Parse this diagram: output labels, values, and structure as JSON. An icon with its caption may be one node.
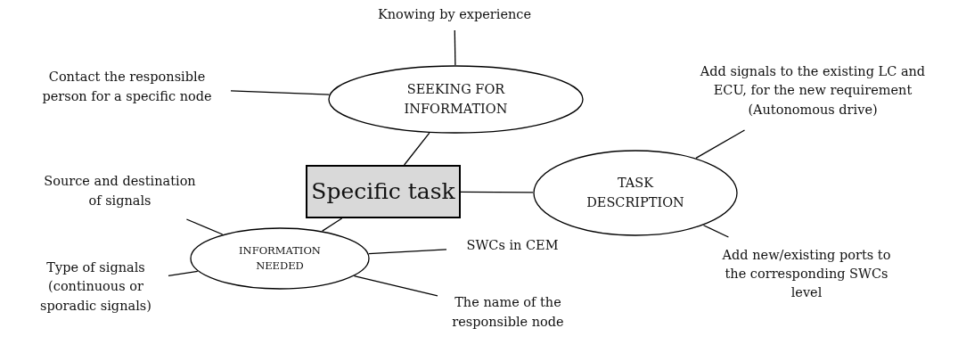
{
  "diagram": {
    "nodes": [
      {
        "text": [
          "Specific task"
        ]
      },
      {
        "text": [
          "SEEKING FOR INFORMATION"
        ]
      },
      {
        "text": [
          "Knowing by experience"
        ]
      },
      {
        "text": [
          "Contact the responsible person for a specific node"
        ]
      },
      {
        "text": [
          "TASK DESCRIPTION"
        ]
      },
      {
        "text": [
          "Add signals to the existing LC and ECU,  for the new requirement (Autonomous drive)"
        ]
      },
      {
        "text": [
          "Add new/existing ports to the corresponding SWCs level"
        ]
      },
      {
        "text": [
          "INFORMATION NEEDED"
        ]
      },
      {
        "text": [
          "Source and destination of signals"
        ]
      },
      {
        "text": [
          "Type of signals (continuous or sporadic signals)"
        ]
      },
      {
        "text": [
          "SWCs in CEM"
        ]
      },
      {
        "text": [
          "The name of the responsible node"
        ]
      }
    ],
    "edges": [
      {
        "from": 0,
        "to": 1,
        "arrow": "none"
      },
      {
        "from": 1,
        "to": 2,
        "arrow": "none"
      },
      {
        "from": 1,
        "to": 3,
        "arrow": "none"
      },
      {
        "from": 0,
        "to": 4,
        "arrow": "none"
      },
      {
        "from": 4,
        "to": 5,
        "arrow": "none"
      },
      {
        "from": 4,
        "to": 6,
        "arrow": "none"
      },
      {
        "from": 0,
        "to": 7,
        "arrow": "none"
      },
      {
        "from": 7,
        "to": 8,
        "arrow": "none"
      },
      {
        "from": 7,
        "to": 9,
        "arrow": "none"
      },
      {
        "from": 7,
        "to": 10,
        "arrow": "none"
      },
      {
        "from": 7,
        "to": 11,
        "arrow": "none"
      }
    ]
  }
}
